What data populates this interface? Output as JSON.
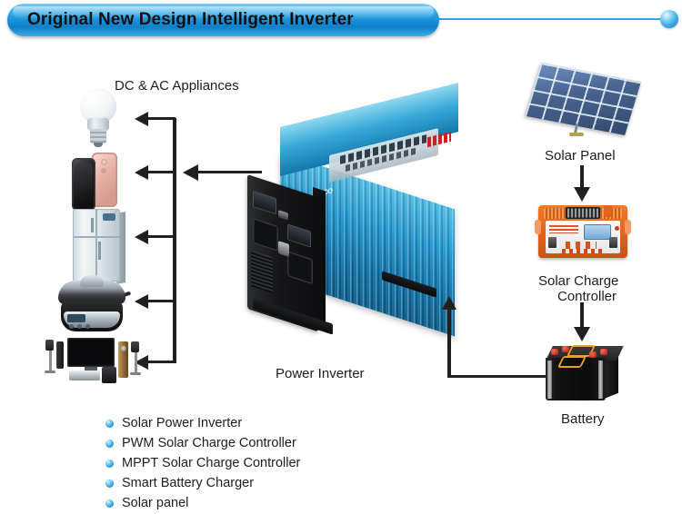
{
  "header": {
    "title": "Original New Design Intelligent Inverter",
    "accent_color": "#2ea8e0",
    "pill_color": "#1a92db"
  },
  "diagram": {
    "appliances_label": "DC & AC Appliances",
    "inverter_label": "Power Inverter",
    "solar_panel_label": "Solar Panel",
    "charge_controller_label": "Solar Charge\nController",
    "charge_controller_label_line1": "Solar Charge",
    "charge_controller_label_line2": "Controller",
    "battery_label": "Battery",
    "appliance_items": [
      {
        "name": "led-bulb"
      },
      {
        "name": "smartphones"
      },
      {
        "name": "refrigerator"
      },
      {
        "name": "rice-cooker"
      },
      {
        "name": "home-theater"
      }
    ]
  },
  "features": {
    "bullet_color": "#2596d8",
    "items": [
      "Solar Power Inverter",
      "PWM Solar Charge Controller",
      "MPPT Solar Charge Controller",
      "Smart Battery Charger",
      "Solar panel"
    ]
  }
}
